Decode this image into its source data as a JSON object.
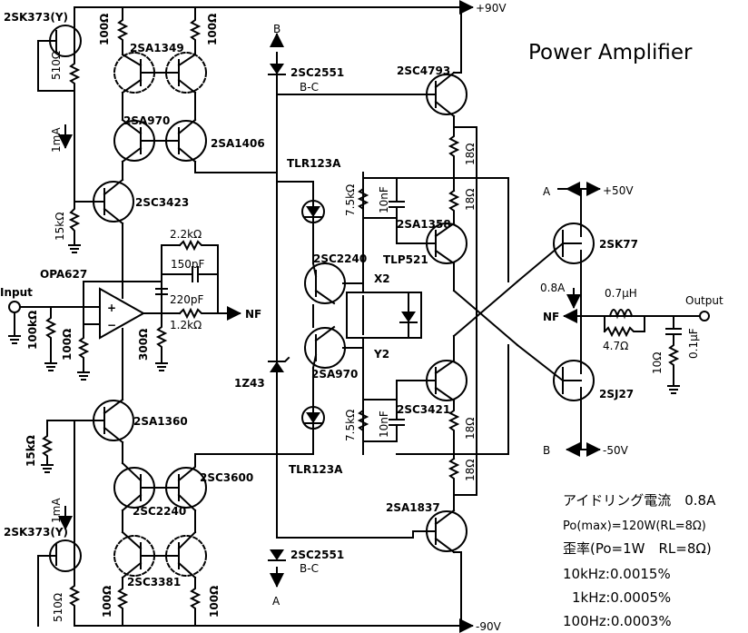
{
  "title": "Power Amplifier",
  "rails": {
    "pos90": "+90V",
    "neg90": "-90V",
    "pos50": "+50V",
    "neg50": "-50V",
    "a": "A",
    "b": "B"
  },
  "io": {
    "input": "Input",
    "output": "Output",
    "nf": "NF",
    "nf2": "NF"
  },
  "parts": {
    "q_2sk373_top": "2SK373(Y)",
    "q_2sk373_bot": "2SK373(Y)",
    "q_2sa1349": "2SA1349",
    "q_2sa970_top": "2SA970",
    "q_2sa1406": "2SA1406",
    "q_2sc3423": "2SC3423",
    "opamp": "OPA627",
    "q_2sa1360": "2SA1360",
    "q_2sc2240_bot": "2SC2240",
    "q_2sc3600": "2SC3600",
    "q_2sc3381": "2SC3381",
    "d_2sc2551_top": "2SC2551",
    "bc_top": "B-C",
    "d_2sc2551_bot": "2SC2551",
    "bc_bot": "B-C",
    "led_top": "TLR123A",
    "led_bot": "TLR123A",
    "zener": "1Z43",
    "q_2sc2240_mid": "2SC2240",
    "q_2sa970_mid": "2SA970",
    "opto": "TLP521",
    "x2": "X2",
    "y2": "Y2",
    "q_2sc4793": "2SC4793",
    "q_2sa1358": "2SA1358",
    "q_2sc3421": "2SC3421",
    "q_2sa1837": "2SA1837",
    "q_2sk77": "2SK77",
    "q_2sj27": "2SJ27",
    "idle_current_label": "0.8A"
  },
  "values": {
    "r_100_a": "100Ω",
    "r_100_b": "100Ω",
    "r_510_top": "510Ω",
    "i_1ma_top": "1mA",
    "r_15k_top": "15kΩ",
    "r_2k2": "2.2kΩ",
    "c_150p": "150pF",
    "c_220p": "220pF",
    "r_1k2": "1.2kΩ",
    "r_300": "300Ω",
    "r_100k": "100kΩ",
    "r_100_in": "100Ω",
    "r_15k_bot": "15kΩ",
    "i_1ma_bot": "1mA",
    "r_510_bot": "510Ω",
    "r_100_c": "100Ω",
    "r_100_d": "100Ω",
    "r_7k5_top": "7.5kΩ",
    "c_10n_top": "10nF",
    "r_7k5_bot": "7.5kΩ",
    "c_10n_bot": "10nF",
    "r_18_1": "18Ω",
    "r_18_2": "18Ω",
    "r_18_3": "18Ω",
    "r_18_4": "18Ω",
    "l_07u": "0.7μH",
    "r_4k7": "4.7Ω",
    "r_10": "10Ω",
    "c_01u": "0.1μF"
  },
  "specs": {
    "line1": "アイドリング電流　0.8A",
    "line2": "Po(max)=120W(RL=8Ω)",
    "line3": "歪率(Po=1W　RL=8Ω)",
    "line4": "10kHz:0.0015%",
    "line5": "1kHz:0.0005%",
    "line6": "100Hz:0.0003%"
  }
}
